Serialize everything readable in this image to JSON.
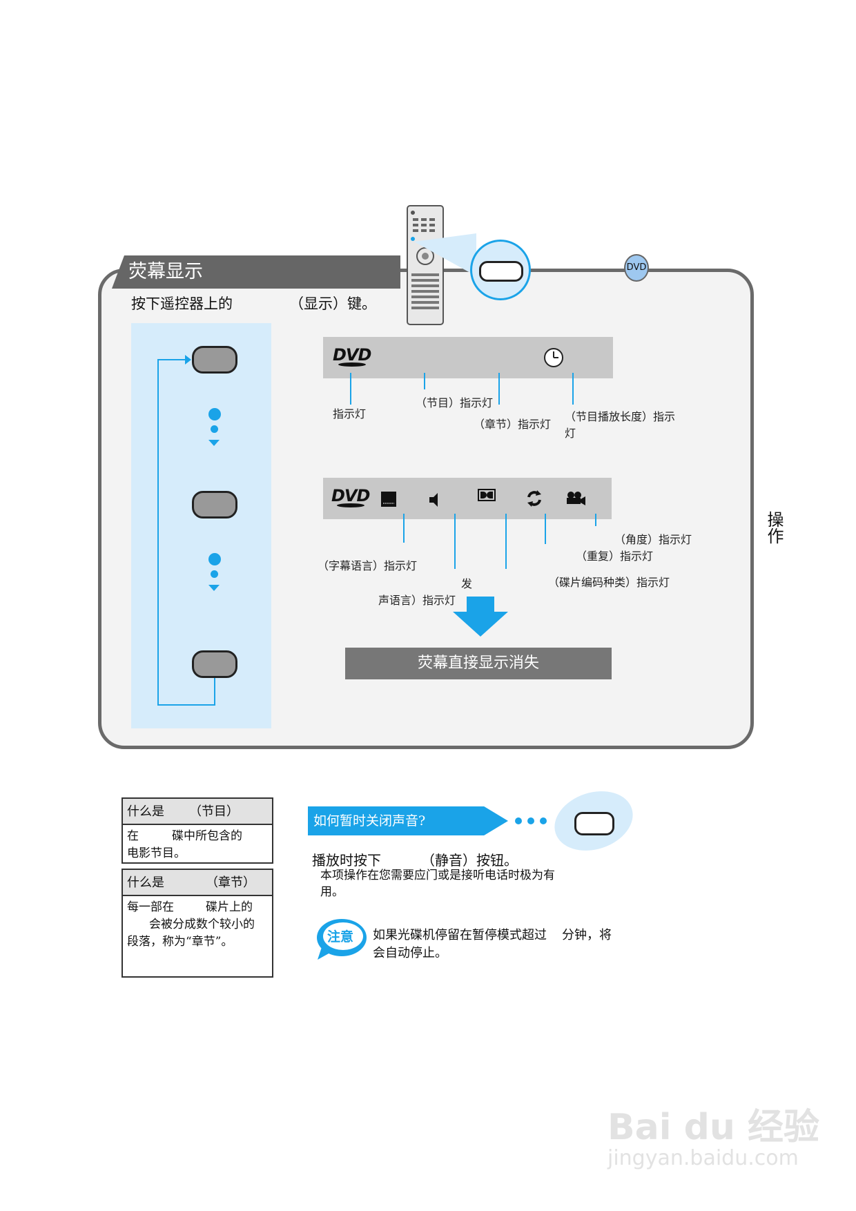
{
  "section": {
    "title": "荧幕显示",
    "instruction_pre": "按下遥控器上的",
    "instruction_post": "（显示）键。",
    "dvd_badge": "DVD"
  },
  "display_bar_1": {
    "logo": "DVD",
    "icon": "clock-icon",
    "labels": [
      "指示灯",
      "（节目）指示灯",
      "（章节）指示灯",
      "（节目播放长度）指示",
      "灯"
    ]
  },
  "display_bar_2": {
    "logo": "DVD",
    "icons": [
      "subtitle-icon",
      "audio-speaker-icon",
      "dolby-icon",
      "repeat-icon",
      "angle-camera-icon"
    ],
    "labels": [
      "（字幕语言）指示灯",
      "发",
      "声语言）指示灯",
      "（角度）指示灯",
      "（重复）指示灯",
      "（碟片编码种类）指示灯"
    ]
  },
  "result": {
    "text": "荧幕直接显示消失"
  },
  "side_label": "操作",
  "info_box_1": {
    "title_pre": "什么是",
    "title_post": "（节目）",
    "line1_a": "在",
    "line1_b": "碟中所包含的",
    "line2": "电影节目。"
  },
  "info_box_2": {
    "title_pre": "什么是",
    "title_post": "（章节）",
    "line1_a": "每一部在",
    "line1_b": "碟片上的",
    "line2": "会被分成数个较小的",
    "line3": "段落，称为“章节”。"
  },
  "mute": {
    "heading": "如何暂时关闭声音?",
    "line1_a": "播放时按下",
    "line1_b": "（静音）按钮。",
    "line2": "本项操作在您需要应门或是接听电话时极为有",
    "line3": "用。"
  },
  "note": {
    "badge": "注意",
    "line1_a": "如果光碟机停留在暂停模式超过",
    "line1_b": "分钟，将",
    "line2": "会自动停止。"
  },
  "watermark": {
    "brand": "Bai du 经验",
    "url": "jingyan.baidu.com"
  },
  "colors": {
    "accent": "#1aa3e8",
    "panel_border": "#6a6a6a",
    "bar": "#c8c8c8",
    "result_bar": "#777777"
  }
}
